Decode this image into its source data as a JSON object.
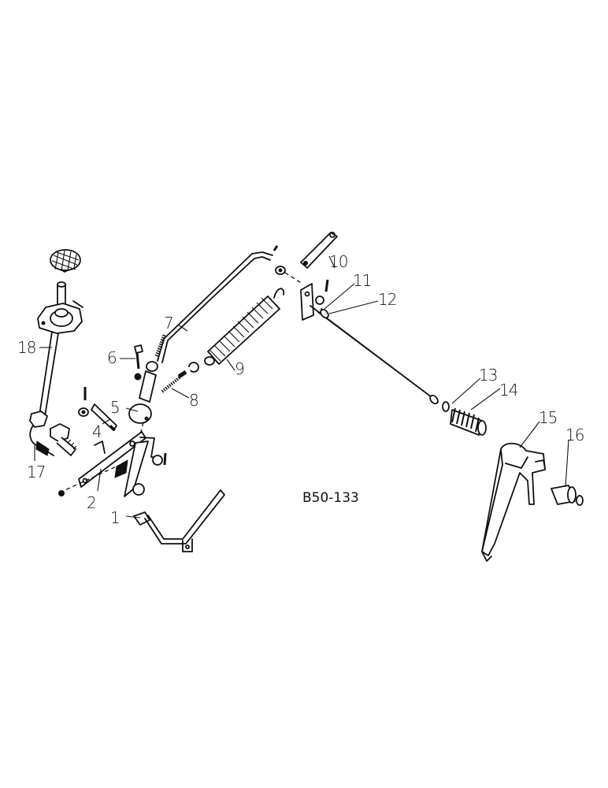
{
  "diagram": {
    "reference_code": "B50-133",
    "callouts": [
      {
        "id": "1",
        "label": "1",
        "part": "pedal-bracket"
      },
      {
        "id": "2",
        "label": "2",
        "part": "lever-arm"
      },
      {
        "id": "4",
        "label": "4",
        "part": "pin"
      },
      {
        "id": "5",
        "label": "5",
        "part": "ball-joint-end"
      },
      {
        "id": "6",
        "label": "6",
        "part": "bolt"
      },
      {
        "id": "7",
        "label": "7",
        "part": "rod"
      },
      {
        "id": "8",
        "label": "8",
        "part": "eye-bolt"
      },
      {
        "id": "9",
        "label": "9",
        "part": "tension-spring"
      },
      {
        "id": "10",
        "label": "10",
        "part": "link-plate"
      },
      {
        "id": "11",
        "label": "11",
        "part": "washer"
      },
      {
        "id": "12",
        "label": "12",
        "part": "bushing"
      },
      {
        "id": "13",
        "label": "13",
        "part": "o-ring"
      },
      {
        "id": "14",
        "label": "14",
        "part": "compression-spring"
      },
      {
        "id": "15",
        "label": "15",
        "part": "shift-fork"
      },
      {
        "id": "16",
        "label": "16",
        "part": "sleeve"
      },
      {
        "id": "17",
        "label": "17",
        "part": "ball-joint-bolt"
      },
      {
        "id": "18",
        "label": "18",
        "part": "shift-lever-rod"
      }
    ]
  }
}
